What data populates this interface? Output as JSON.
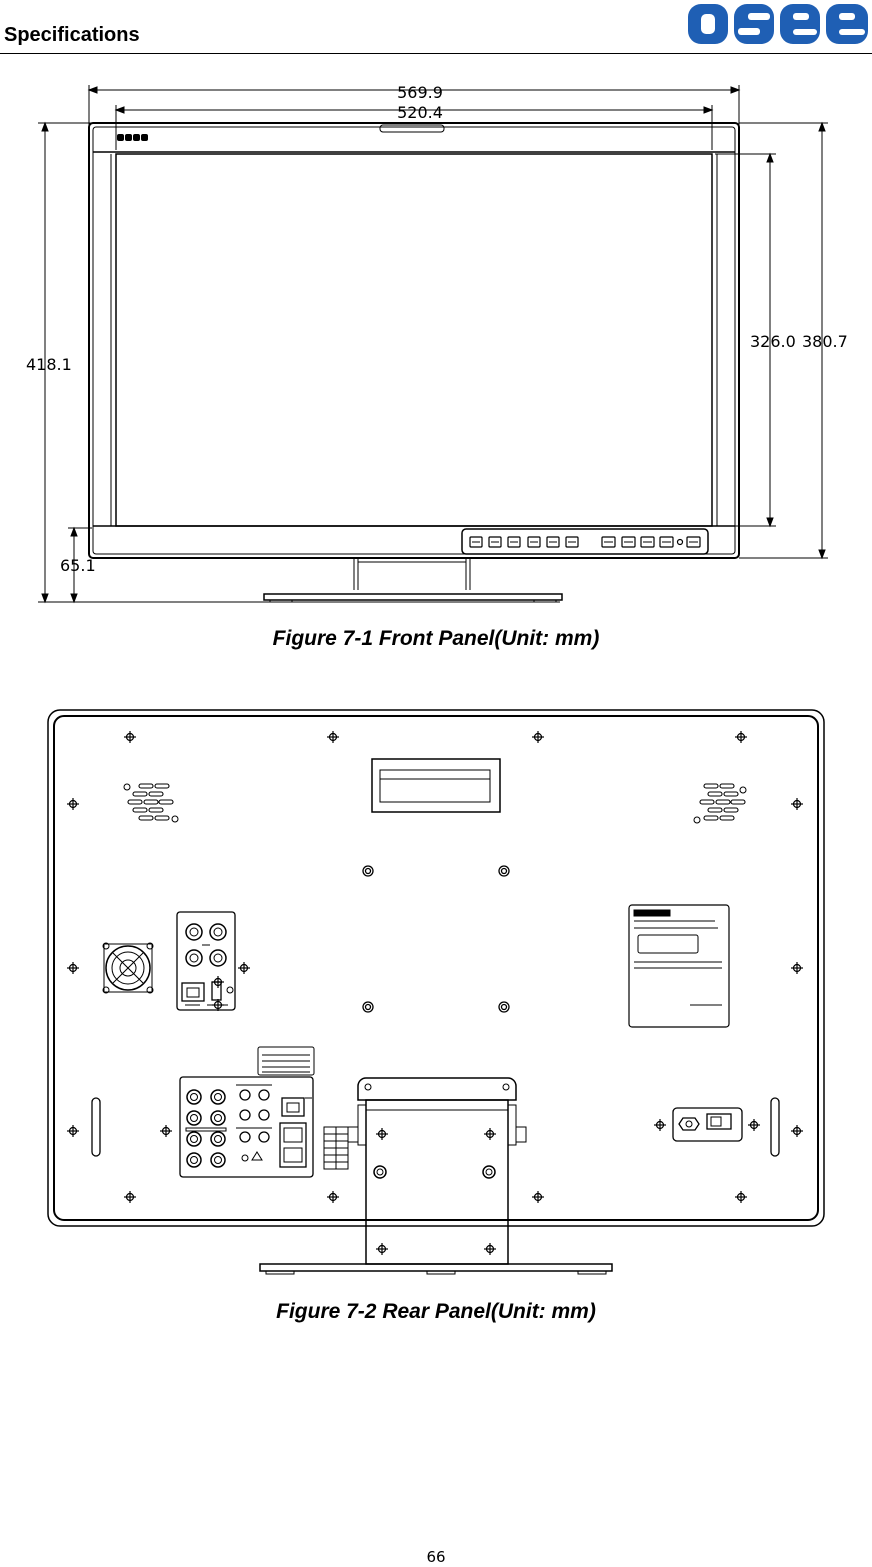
{
  "header": {
    "section_title": "Specifications",
    "logo_text": "osee"
  },
  "figure1": {
    "caption": "Figure 7-1    Front Panel(Unit: mm)",
    "dimensions": {
      "overall_width": "569.9",
      "inner_width": "520.4",
      "overall_height": "418.1",
      "base_height": "65.1",
      "screen_height": "326.0",
      "body_height": "380.7"
    },
    "bezel_logo": "osee"
  },
  "figure2": {
    "caption": "Figure 7-2    Rear Panel(Unit: mm)"
  },
  "footer": {
    "page_number": "66"
  },
  "colors": {
    "logo_blue": "#1f5fb4",
    "line": "#000000"
  }
}
